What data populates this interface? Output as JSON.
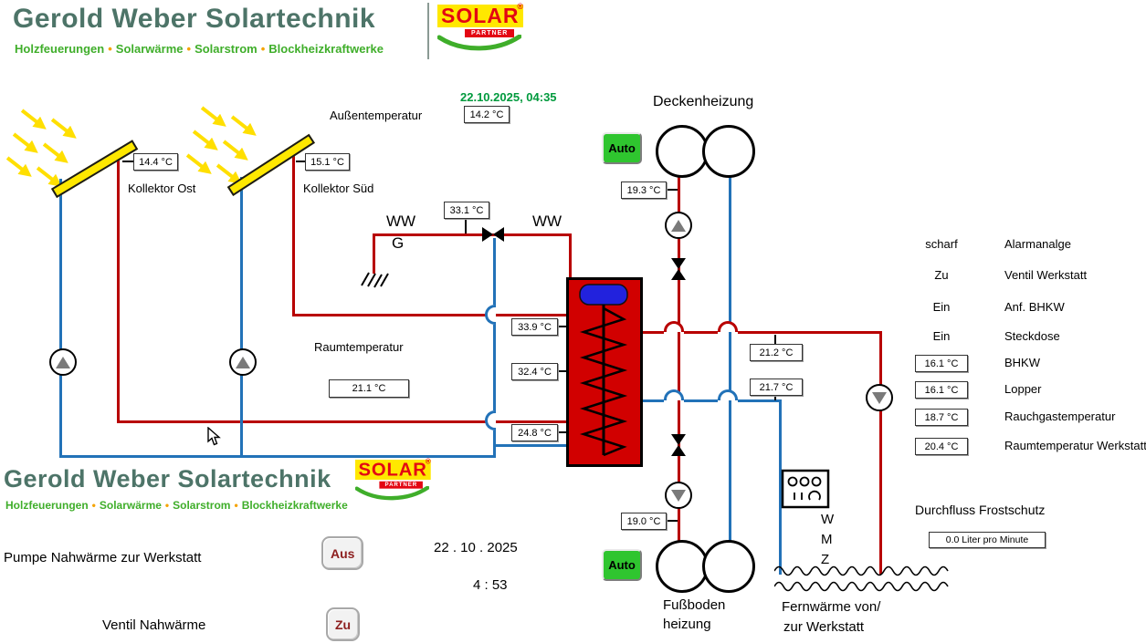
{
  "brand": {
    "name": "Gerold Weber Solartechnik",
    "tagline": {
      "words": [
        "Holzfeuerungen",
        "Solarwärme",
        "Solarstrom",
        "Blockheizkraftwerke"
      ],
      "sep": "•"
    },
    "solar_logo": {
      "word": "SOLAR",
      "sub": "PARTNER",
      "reg": "®"
    }
  },
  "status": {
    "datetime": "22.10.2025,  04:35"
  },
  "outdoor": {
    "label": "Außentemperatur",
    "value": "14.2 °C"
  },
  "collectors": {
    "ost": {
      "label": "Kollektor Ost",
      "value": "14.4 °C"
    },
    "sued": {
      "label": "Kollektor Süd",
      "value": "15.1 °C"
    }
  },
  "ww": {
    "left": "WW",
    "g": "G",
    "right": "WW",
    "temp": "33.1 °C"
  },
  "ceiling": {
    "label": "Deckenheizung",
    "mode": "Auto",
    "temp": "19.3 °C"
  },
  "room": {
    "label": "Raumtemperatur",
    "value": "21.1 °C"
  },
  "tank": {
    "t_top": "33.9 °C",
    "t_mid": "32.4 °C",
    "t_bottom": "24.8 °C"
  },
  "circuit": {
    "supply": "21.2 °C",
    "ret": "21.7 °C"
  },
  "floor": {
    "label1": "Fußboden",
    "label2": "heizung",
    "mode": "Auto",
    "temp": "19.0 °C"
  },
  "remote": {
    "line1": "Fernwärme von/",
    "line2": "zur Werkstatt",
    "w": "W",
    "m": "M",
    "z": "Z"
  },
  "panel": {
    "rows": [
      {
        "state": "scharf",
        "label": "Alarmanalge"
      },
      {
        "state": "Zu",
        "label": "Ventil Werkstatt"
      },
      {
        "state": "Ein",
        "label": "Anf. BHKW"
      },
      {
        "state": "Ein",
        "label": "Steckdose"
      },
      {
        "value": "16.1 °C",
        "label": "BHKW"
      },
      {
        "value": "16.1 °C",
        "label": "Lopper"
      },
      {
        "value": "18.7 °C",
        "label": "Rauchgastemperatur"
      },
      {
        "value": "20.4 °C",
        "label": "Raumtemperatur Werkstatt"
      }
    ],
    "flow": {
      "label": "Durchfluss Frostschutz",
      "value": "0.0 Liter pro Minute"
    }
  },
  "controls": {
    "pump_label": "Pumpe  Nahwärme zur Werkstatt",
    "pump_state": "Aus",
    "valve_label": "Ventil Nahwärme",
    "valve_state": "Zu",
    "date": "22 . 10 .   2025",
    "time": "4   :   53"
  }
}
